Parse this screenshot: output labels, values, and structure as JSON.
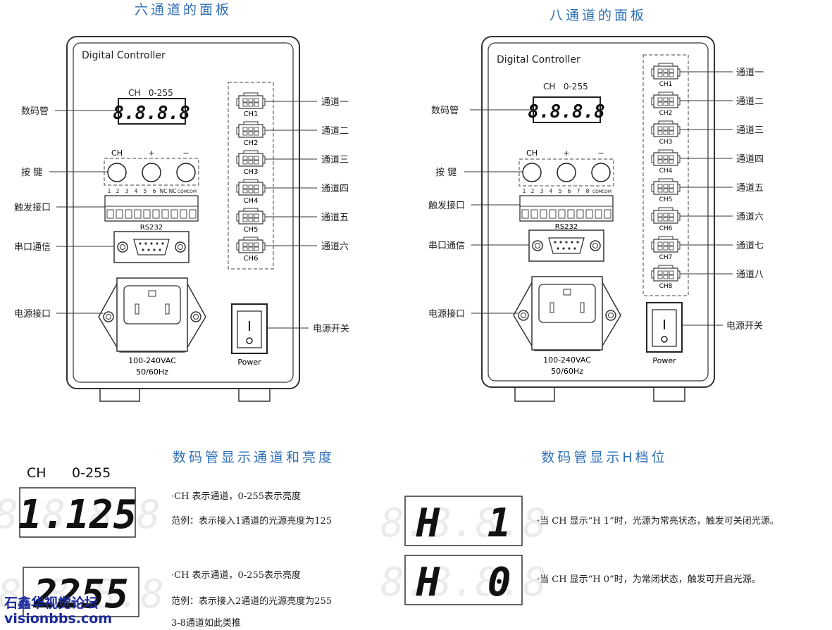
{
  "panel6": {
    "heading": "六通道的面板",
    "controller_label": "Digital Controller",
    "display_header": "CH   0-255",
    "display_text": "8.8.8.8",
    "button_labels": [
      "CH",
      "+",
      "−"
    ],
    "terminal_numbers": [
      "1",
      "2",
      "3",
      "4",
      "5",
      "6",
      "NC",
      "NC",
      "COM",
      "COM"
    ],
    "rs232_label": "RS232",
    "voltage_label": "100-240VAC",
    "freq_label": "50/60Hz",
    "power_label": "Power",
    "channels": [
      "CH1",
      "CH2",
      "CH3",
      "CH4",
      "CH5",
      "CH6"
    ],
    "left_callouts": [
      "数码管",
      "按 键",
      "触发接口",
      "串口通信",
      "电源接口"
    ],
    "right_callouts": [
      "通道一",
      "通道二",
      "通道三",
      "通道四",
      "通道五",
      "通道六",
      "电源开关"
    ]
  },
  "panel8": {
    "heading": "八通道的面板",
    "controller_label": "Digital Controller",
    "display_header": "CH   0-255",
    "display_text": "8.8.8.8",
    "button_labels": [
      "CH",
      "+",
      "−"
    ],
    "terminal_numbers": [
      "1",
      "2",
      "3",
      "4",
      "5",
      "6",
      "7",
      "8",
      "COM",
      "COM"
    ],
    "rs232_label": "RS232",
    "voltage_label": "100-240VAC",
    "freq_label": "50/60Hz",
    "power_label": "Power",
    "channels": [
      "CH1",
      "CH2",
      "CH3",
      "CH4",
      "CH5",
      "CH6",
      "CH7",
      "CH8"
    ],
    "left_callouts": [
      "数码管",
      "按 键",
      "触发接口",
      "串口通信",
      "电源接口"
    ],
    "right_callouts": [
      "通道一",
      "通道二",
      "通道三",
      "通道四",
      "通道五",
      "通道六",
      "通道七",
      "通道八",
      "电源开关"
    ]
  },
  "brightness_section": {
    "heading": "数码管显示通道和亮度",
    "ch_label": "CH",
    "range_label": "0-255",
    "examples": [
      {
        "display": "1.125",
        "lines": [
          "·CH 表示通道，0-255表示亮度",
          "范例：表示接入1通道的光源亮度为125"
        ]
      },
      {
        "display": "2255",
        "lines": [
          "·CH 表示通道，0-255表示亮度",
          "范例：表示接入2通道的光源亮度为255",
          "3-8通道如此类推"
        ]
      }
    ]
  },
  "h_section": {
    "heading": "数码管显示H档位",
    "examples": [
      {
        "display": "H  1",
        "line": "·当 CH 显示“H 1”时，光源为常亮状态，触发可关闭光源。"
      },
      {
        "display": "H  0",
        "line": "·当 CH 显示“H 0”时，为常闭状态，触发可开启光源。"
      }
    ]
  },
  "watermark": {
    "line1": "石鑫华视觉论坛",
    "line2": "visionbbs.com"
  },
  "colors": {
    "heading": "#2f6fb5",
    "line": "#333333",
    "segment_off": "#e6e6e6"
  }
}
